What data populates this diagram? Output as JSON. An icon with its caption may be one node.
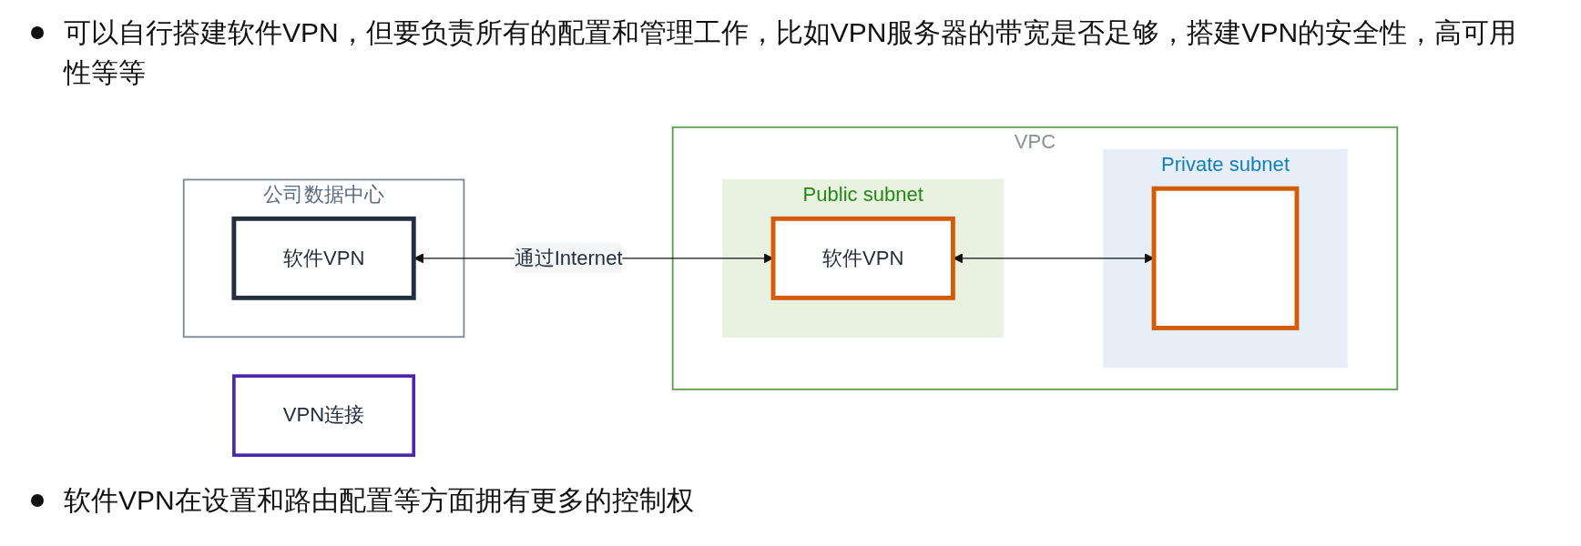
{
  "diagram": {
    "nodes": [
      {
        "text": [
          "公司数据中心"
        ]
      },
      {
        "text": [
          "软件VPN"
        ],
        "in": 0
      },
      {
        "text": [
          "VPN连接"
        ]
      },
      {
        "text": [
          "VPC"
        ]
      },
      {
        "text": [
          "Public subnet"
        ],
        "in": 3
      },
      {
        "text": [
          "软件VPN"
        ],
        "in": 4
      },
      {
        "text": [
          "Private subnet"
        ],
        "in": 3
      },
      {
        "text": [],
        "shape": "box",
        "in": 6
      }
    ],
    "edges": [
      {
        "from": 1,
        "to": 5,
        "arrow": "both",
        "label": "通过Internet"
      },
      {
        "from": 5,
        "to": 7,
        "arrow": "both"
      }
    ],
    "labels": [
      "可以自行搭建软件VPN，但要负责所有的配置和管理工作，比如VPN服务器的带宽是否足够，搭建VPN的安全性，高可用性等等",
      "软件VPN在设置和路由配置等方面拥有更多的控制权"
    ]
  }
}
